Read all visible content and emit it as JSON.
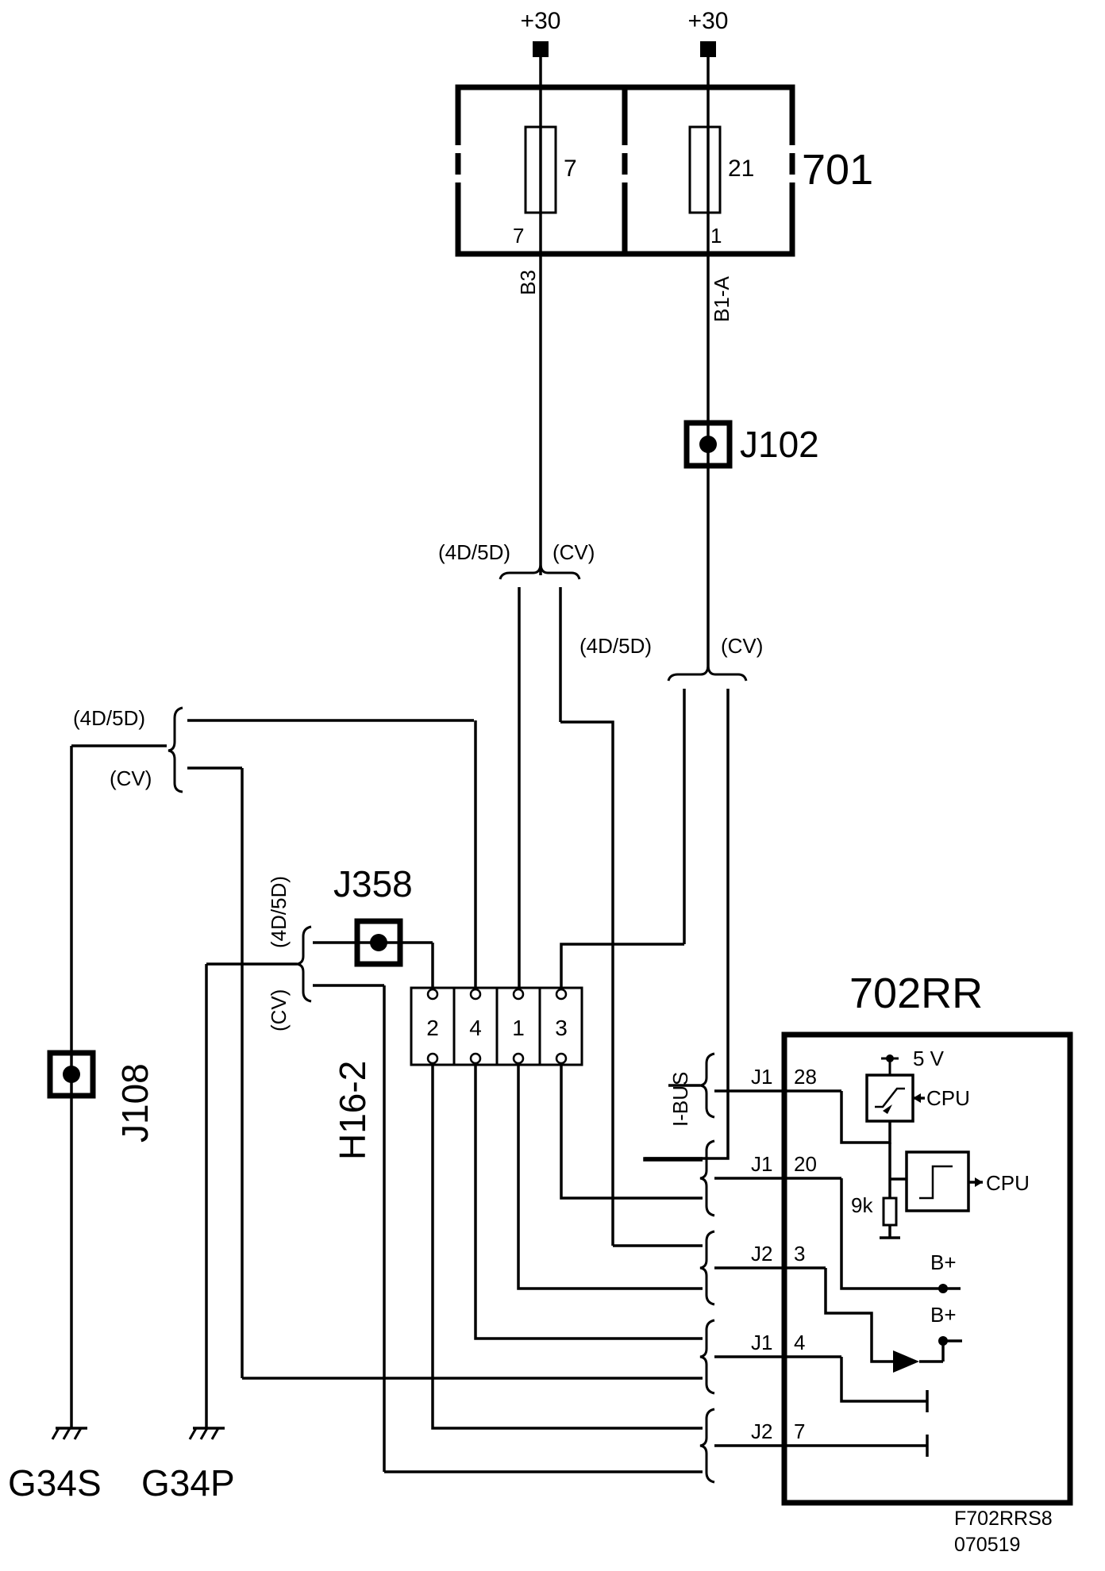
{
  "fusebox": {
    "label": "701",
    "feeds": [
      "+30",
      "+30"
    ],
    "fuses": [
      {
        "number": "7",
        "pin": "7",
        "wire": "B3"
      },
      {
        "number": "21",
        "pin": "1",
        "wire": "B1-A"
      }
    ]
  },
  "junctions": {
    "j102": "J102",
    "j358": "J358",
    "j108": "J108"
  },
  "connector": {
    "label": "H16-2",
    "pins": [
      "2",
      "4",
      "1",
      "3"
    ]
  },
  "variants": {
    "a": "(4D/5D)",
    "b": "(CV)"
  },
  "grounds": [
    "G34S",
    "G34P"
  ],
  "module": {
    "label": "702RR",
    "bus_label": "I-BUS",
    "rows": [
      {
        "conn": "J1",
        "pin": "28"
      },
      {
        "conn": "J1",
        "pin": "20"
      },
      {
        "conn": "J2",
        "pin": "3"
      },
      {
        "conn": "J1",
        "pin": "4"
      },
      {
        "conn": "J2",
        "pin": "7"
      }
    ],
    "supply": "5 V",
    "cpu": "CPU",
    "resistor": "9k",
    "bplus": "B+"
  },
  "code": {
    "line1": "F702RRS8",
    "line2": "070519"
  }
}
